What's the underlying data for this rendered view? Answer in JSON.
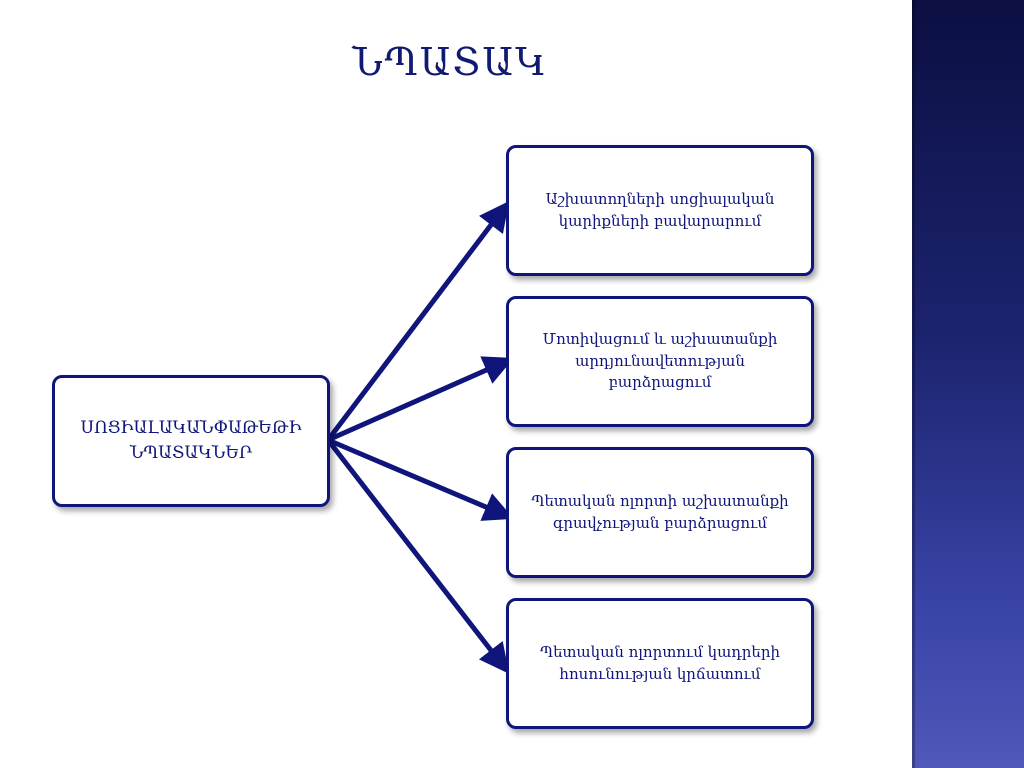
{
  "slide": {
    "title": "ՆՊԱՏԱԿ"
  },
  "diagram": {
    "root": {
      "label": "ՍՈՑԻԱԼԱԿԱՆՓԱԹԵԹԻ ՆՊԱՏԱԿՆԵՐ"
    },
    "goals": [
      {
        "label": "Աշխատողների սոցիալական կարիքների բավարարում"
      },
      {
        "label": "Մոտիվացում և աշխատանքի արդյունավետության բարձրացում"
      },
      {
        "label": "Պետական ոլորտի աշխատանքի գրավչության բարձրացում"
      },
      {
        "label": "Պետական ոլորտում կադրերի հոսունության կրճատում"
      }
    ]
  },
  "colors": {
    "box_border": "#0f157a",
    "arrow": "#0f157a",
    "title": "#0f1a70",
    "band_top": "#0b0f42",
    "band_bottom": "#5058b8"
  }
}
